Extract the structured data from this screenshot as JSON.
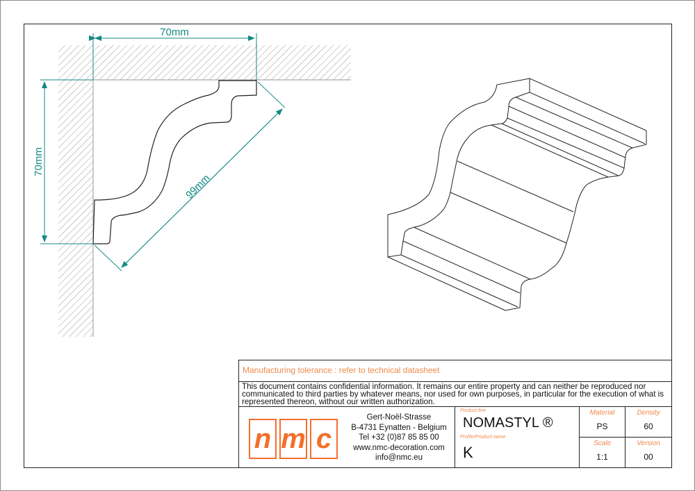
{
  "drawing": {
    "dim_width": "70mm",
    "dim_height": "70mm",
    "dim_diagonal": "99mm",
    "line_color": "#138a83"
  },
  "title_block": {
    "tolerance": "Manufacturing tolerance : refer to technical datasheet",
    "confidentiality": "This document contains confidential information. It remains our entire property and can neither be reproduced nor communicated to third parties by whatever means, nor used for own purposes, in particular for the execution of what is represented thereon, without our written authorization.",
    "logo": [
      "n",
      "m",
      "c"
    ],
    "address": [
      "Gert-Noël-Strasse",
      "B-4731 Eynatten - Belgium",
      "Tel +32 (0)87 85 85 00",
      "www.nmc-decoration.com",
      "info@nmc.eu"
    ],
    "product_line_label": "Product line",
    "product_line": "NOMASTYL ®",
    "product_name_label": "Profile/Product name",
    "product_name": "K",
    "material_label": "Material",
    "material": "PS",
    "density_label": "Density",
    "density": "60",
    "scale_label": "Scale",
    "scale": "1:1",
    "version_label": "Version",
    "version": "00",
    "accent_color": "#f36f2a"
  }
}
